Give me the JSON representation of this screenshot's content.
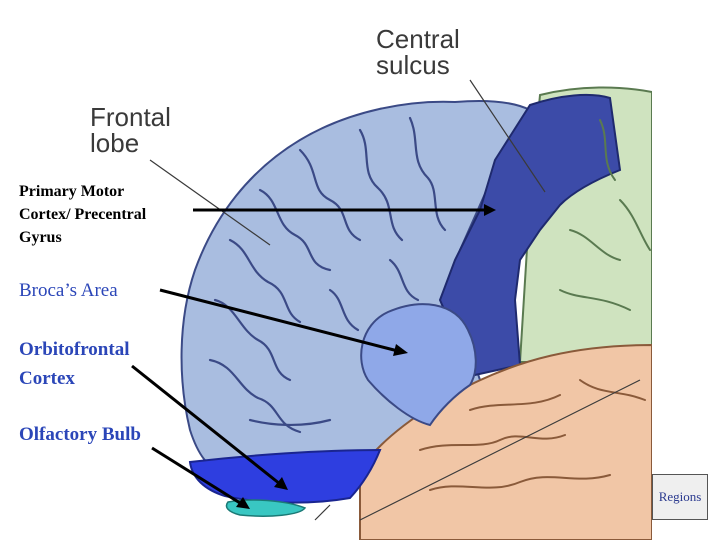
{
  "printed_labels": {
    "central_sulcus": [
      "Central",
      "sulcus"
    ],
    "frontal_lobe": [
      "Frontal",
      "lobe"
    ]
  },
  "callouts": {
    "primary_motor": [
      "Primary Motor",
      "Cortex/ Precentral",
      "Gyrus"
    ],
    "broca": "Broca’s Area",
    "orbitofrontal": [
      "Orbitofrontal",
      "Cortex"
    ],
    "olfactory": "Olfactory Bulb"
  },
  "regions_button": {
    "label": "Regions"
  },
  "colors": {
    "frontal_lobe": "#a9bde0",
    "precentral_gyrus": "#3c4ba8",
    "broca_area": "#8fa8e8",
    "orbitofrontal_cortex": "#2e3ee0",
    "olfactory_bulb": "#39c7c2",
    "parietal_lobe": "#cfe3bf",
    "temporal_lobe": "#f1c6a6",
    "label_text": "#2b46b8"
  }
}
